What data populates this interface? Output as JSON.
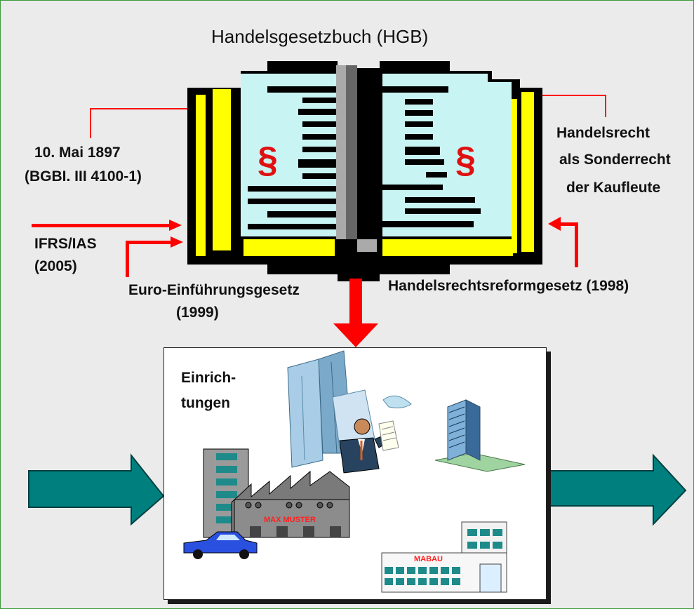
{
  "title": "Handelsgesetzbuch (HGB)",
  "book_symbol": "§",
  "labels": {
    "date_line1": "10. Mai 1897",
    "date_line2": "(BGBI. III 4100-1)",
    "handelsrecht_line1": "Handelsrecht",
    "handelsrecht_line2": "als Sonderrecht",
    "handelsrecht_line3": "der Kaufleute",
    "ifrs_line1": "IFRS/IAS",
    "ifrs_line2": "(2005)",
    "euro_line1": "Euro-Einführungsgesetz",
    "euro_line2": "(1999)",
    "reform": "Handelsrechtsreformgesetz (1998)"
  },
  "box": {
    "title_line1": "Einrich-",
    "title_line2": "tungen",
    "sign_factory": "MAX MUSTER",
    "sign_building": "MABAU"
  },
  "colors": {
    "background": "#ebebeb",
    "border": "#3c9a3c",
    "red": "#ff0000",
    "teal": "#007f7f",
    "yellow": "#ffff00",
    "page": "#c9f4f4"
  }
}
